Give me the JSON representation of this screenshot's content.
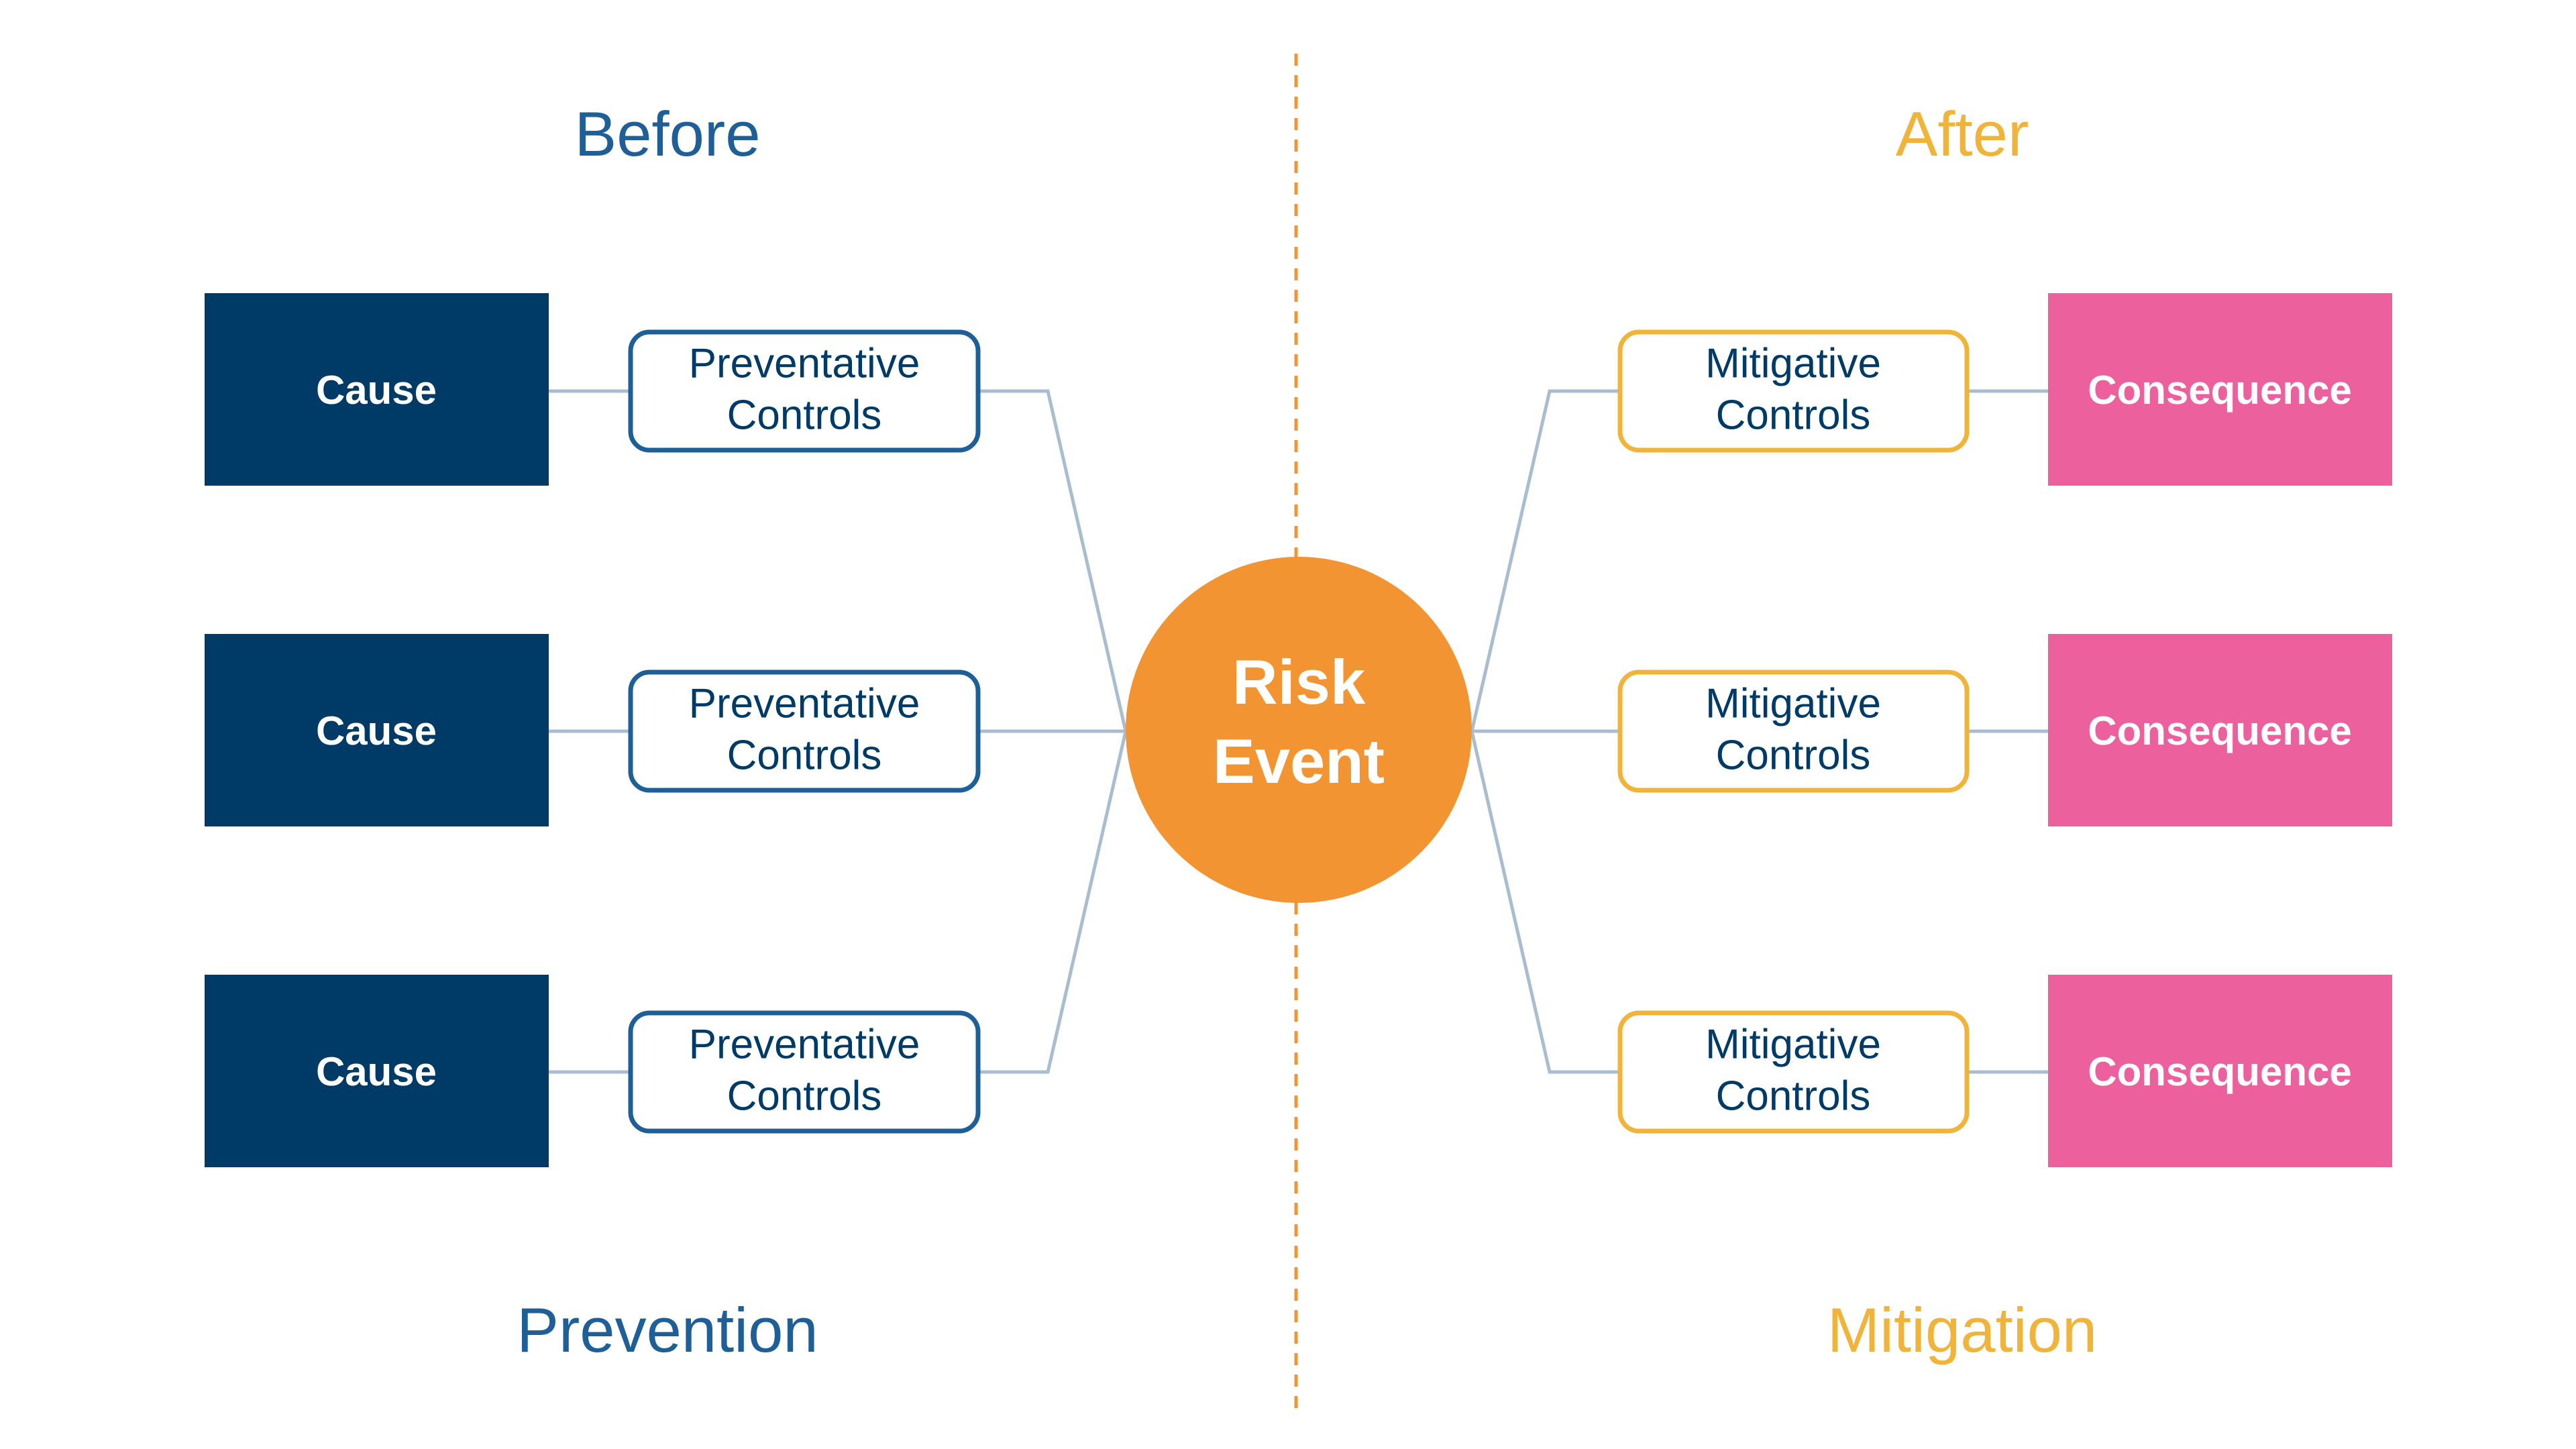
{
  "headings": {
    "before": "Before",
    "after": "After",
    "prevention": "Prevention",
    "mitigation": "Mitigation"
  },
  "risk_event": {
    "line1": "Risk",
    "line2": "Event"
  },
  "left_rows": [
    {
      "cause": "Cause",
      "control_line1": "Preventative",
      "control_line2": "Controls"
    },
    {
      "cause": "Cause",
      "control_line1": "Preventative",
      "control_line2": "Controls"
    },
    {
      "cause": "Cause",
      "control_line1": "Preventative",
      "control_line2": "Controls"
    }
  ],
  "right_rows": [
    {
      "control_line1": "Mitigative",
      "control_line2": "Controls",
      "consequence": "Consequence"
    },
    {
      "control_line1": "Mitigative",
      "control_line2": "Controls",
      "consequence": "Consequence"
    },
    {
      "control_line1": "Mitigative",
      "control_line2": "Controls",
      "consequence": "Consequence"
    }
  ],
  "colors": {
    "navy": "#003a66",
    "blue_text": "#1f5f98",
    "orange": "#f29432",
    "amber": "#f0b43a",
    "pink": "#ec609d",
    "connector": "#a9bcd0"
  }
}
